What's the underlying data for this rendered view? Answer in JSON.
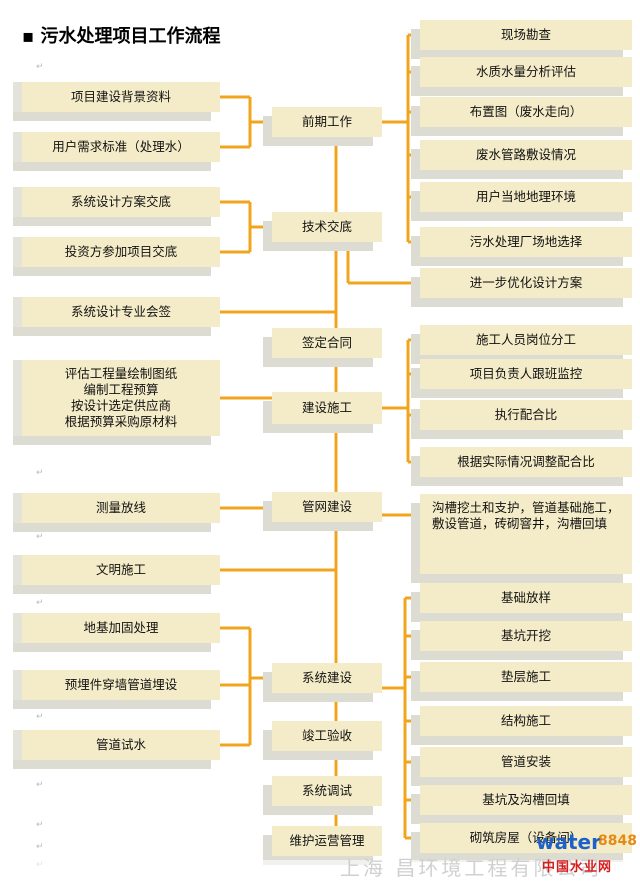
{
  "title": "污水处理项目工作流程",
  "colors": {
    "line": "#f0a51c",
    "box": "#f4ecc8",
    "shadow": "#dcdcd2"
  },
  "center": {
    "preliminary": "前期工作",
    "technical": "技术交底",
    "contract": "签定合同",
    "construction": "建设施工",
    "pipe_network": "管网建设",
    "system_build": "系统建设",
    "acceptance": "竣工验收",
    "commissioning": "系统调试",
    "operation": "维护运营管理"
  },
  "left": {
    "background": "项目建设背景资料",
    "requirements": "用户需求标准（处理水）",
    "design_handover": "系统设计方案交底",
    "investor_handover": "投资方参加项目交底",
    "signoff": "系统设计专业会签",
    "estimate_lines": [
      "评估工程量绘制图纸",
      "编制工程预算",
      "按设计选定供应商",
      "根据预算采购原材料"
    ],
    "survey": "测量放线",
    "civil": "文明施工",
    "foundation_reinforce": "地基加固处理",
    "embedded": "预埋件穿墙管道埋设",
    "pipe_test": "管道试水"
  },
  "right_top": [
    "现场勘查",
    "水质水量分析评估",
    "布置图（废水走向）",
    "废水管路敷设情况",
    "用户当地地理环境",
    "污水处理厂场地选择"
  ],
  "right_optimize": "进一步优化设计方案",
  "right_mid": [
    "施工人员岗位分工",
    "项目负责人跟班监控",
    "执行配合比",
    "根据实际情况调整配合比"
  ],
  "right_pipe_text": "沟槽挖土和支护，管道基础施工，敷设管道，砖砌窨井，沟槽回填",
  "right_bottom": [
    "基础放样",
    "基坑开挖",
    "垫层施工",
    "结构施工",
    "管道安装",
    "基坑及沟槽回填",
    "砌筑房屋（设备间）"
  ],
  "watermark": {
    "company": "上海   昌环境工程有限公司",
    "logo_main": "water",
    "logo_num": "8848",
    "logo_cn": "中国水业网"
  }
}
